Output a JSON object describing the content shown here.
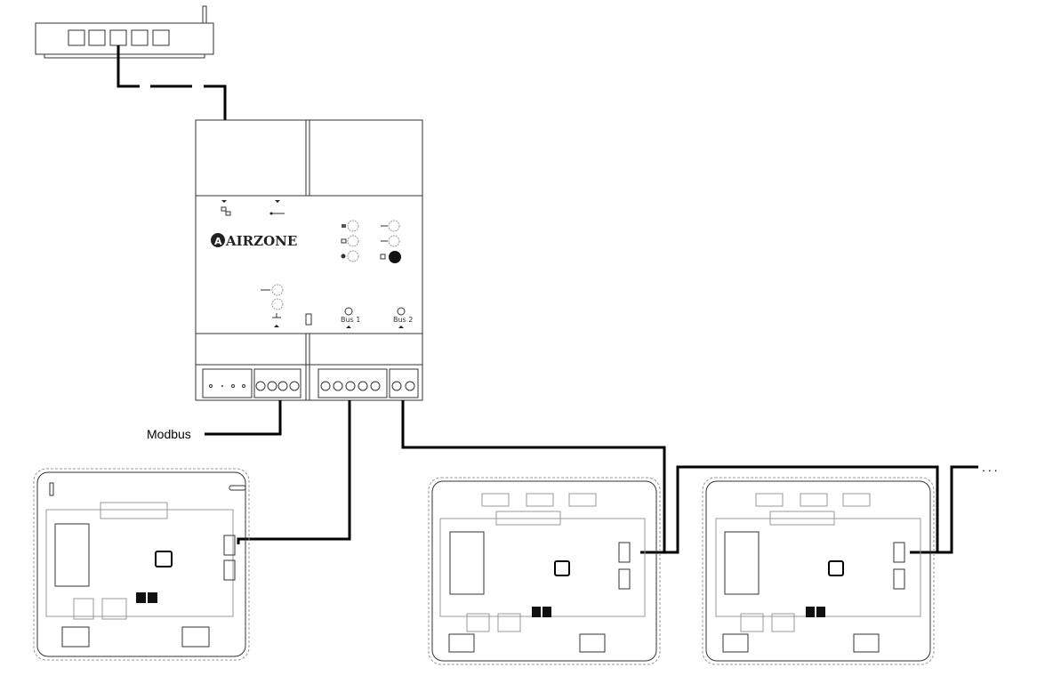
{
  "diagram": {
    "router": {
      "ports": 5,
      "connected_port": 3
    },
    "controller": {
      "brand": "AIRZONE",
      "ports": {
        "bus1": "Bus 1",
        "bus2": "Bus 2"
      }
    },
    "labels": {
      "modbus": "Modbus",
      "continuation": "..."
    },
    "boards": [
      {
        "id": "board-1",
        "connected_to": "Bus 1"
      },
      {
        "id": "board-2",
        "connected_to": "Bus 2"
      },
      {
        "id": "board-3",
        "connected_to": "Bus 2"
      }
    ]
  }
}
